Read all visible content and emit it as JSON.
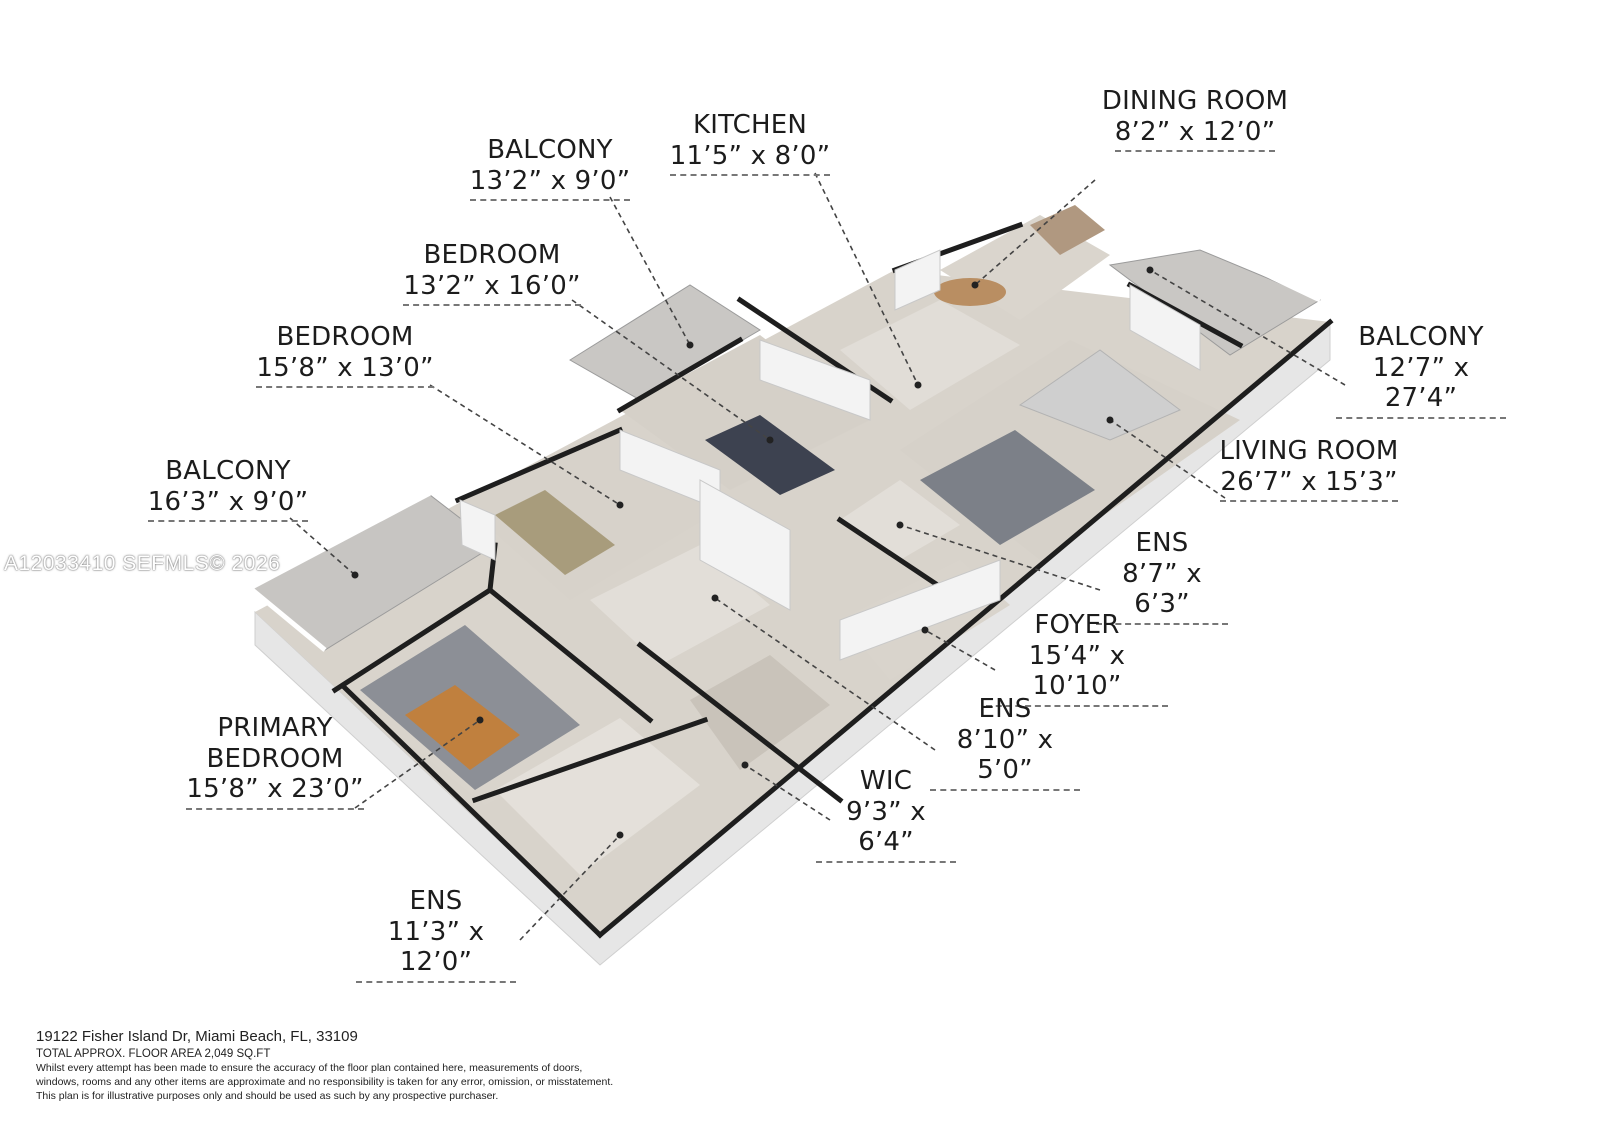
{
  "labels": {
    "dining_room": {
      "name": "DINING ROOM",
      "dims": "8’2” x 12’0”"
    },
    "kitchen": {
      "name": "KITCHEN",
      "dims": "11’5” x 8’0”"
    },
    "balcony_middle": {
      "name": "BALCONY",
      "dims": "13’2” x 9’0”"
    },
    "bedroom_upper": {
      "name": "BEDROOM",
      "dims": "13’2” x 16’0”"
    },
    "bedroom_lower": {
      "name": "BEDROOM",
      "dims": "15’8” x 13’0”"
    },
    "balcony_left": {
      "name": "BALCONY",
      "dims": "16’3” x 9’0”"
    },
    "balcony_right": {
      "name": "BALCONY",
      "dims": "12’7” x 27’4”"
    },
    "living_room": {
      "name": "LIVING ROOM",
      "dims": "26’7” x 15’3”"
    },
    "ens_upper": {
      "name": "ENS",
      "dims": "8’7” x 6’3”"
    },
    "foyer": {
      "name": "FOYER",
      "dims": "15’4” x 10’10”"
    },
    "ens_middle": {
      "name": "ENS",
      "dims": "8’10” x 5’0”"
    },
    "wic": {
      "name": "WIC",
      "dims": "9’3” x 6’4”"
    },
    "primary_bedroom": {
      "name_line1": "PRIMARY",
      "name_line2": "BEDROOM",
      "dims": "15’8” x 23’0”"
    },
    "ens_primary": {
      "name": "ENS",
      "dims": "11’3” x 12’0”"
    }
  },
  "watermark": "A12033410   SEFMLS© 2026",
  "footer": {
    "address": "19122 Fisher Island Dr, Miami Beach, FL, 33109",
    "total_area": "TOTAL APPROX. FLOOR AREA 2,049 SQ.FT",
    "disclaimer_1": "Whilst every attempt has been made to ensure the accuracy of the floor plan contained here, measurements of doors,",
    "disclaimer_2": "windows, rooms and any other items are approximate and no responsibility is taken for any error, omission, or misstatement.",
    "disclaimer_3": "This plan is for illustrative purposes only and should be used as such by any prospective purchaser."
  },
  "colors": {
    "floor": "#d6d1c9",
    "balcony_floor": "#c9c7c4",
    "wall_top": "#1e1e1e",
    "wall_side": "#ececec",
    "rug": "#7c8088",
    "bed_accent": "#c0803e",
    "leader_line": "#444444"
  }
}
